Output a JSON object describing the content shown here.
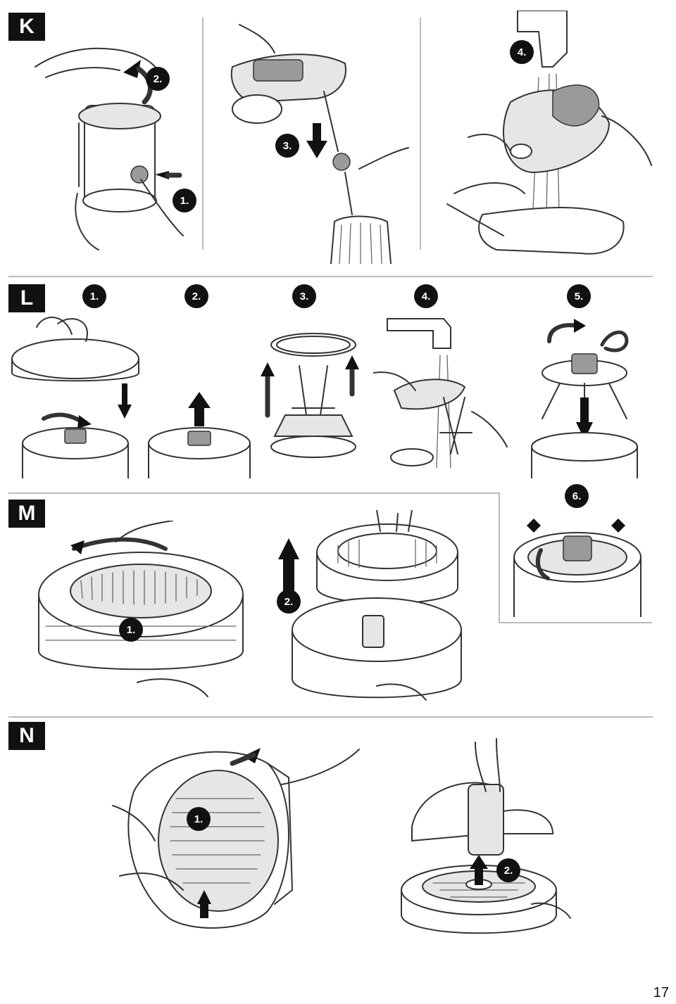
{
  "sections": {
    "k": {
      "label": "K",
      "steps": [
        "1.",
        "2.",
        "3.",
        "4."
      ]
    },
    "l": {
      "label": "L",
      "steps": [
        "1.",
        "2.",
        "3.",
        "4.",
        "5.",
        "6."
      ]
    },
    "m": {
      "label": "M",
      "steps": [
        "1.",
        "2."
      ]
    },
    "n": {
      "label": "N",
      "steps": [
        "1.",
        "2."
      ]
    }
  },
  "page_number": "17",
  "colors": {
    "ink": "#111111",
    "rule": "#bbbbbb",
    "fill": "#e6e6e6"
  }
}
